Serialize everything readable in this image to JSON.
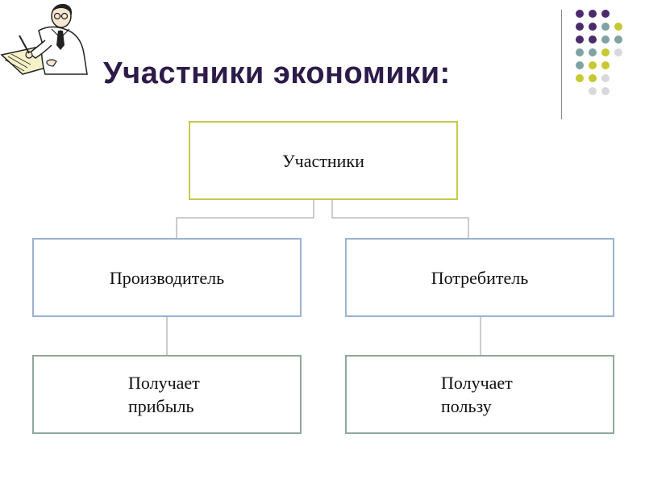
{
  "slide": {
    "title": "Участники экономики:"
  },
  "diagram": {
    "root": {
      "label": "Участники"
    },
    "children": [
      {
        "label": "Производитель",
        "result": "Получает\nприбыль"
      },
      {
        "label": "Потребитель",
        "result": "Получает\nпользу"
      }
    ]
  },
  "decoration": {
    "clipart": "writing-man-icon",
    "dot_colors": [
      "#4a2c6b",
      "#7fa3a3",
      "#c8c832",
      "#d8d8de"
    ]
  }
}
